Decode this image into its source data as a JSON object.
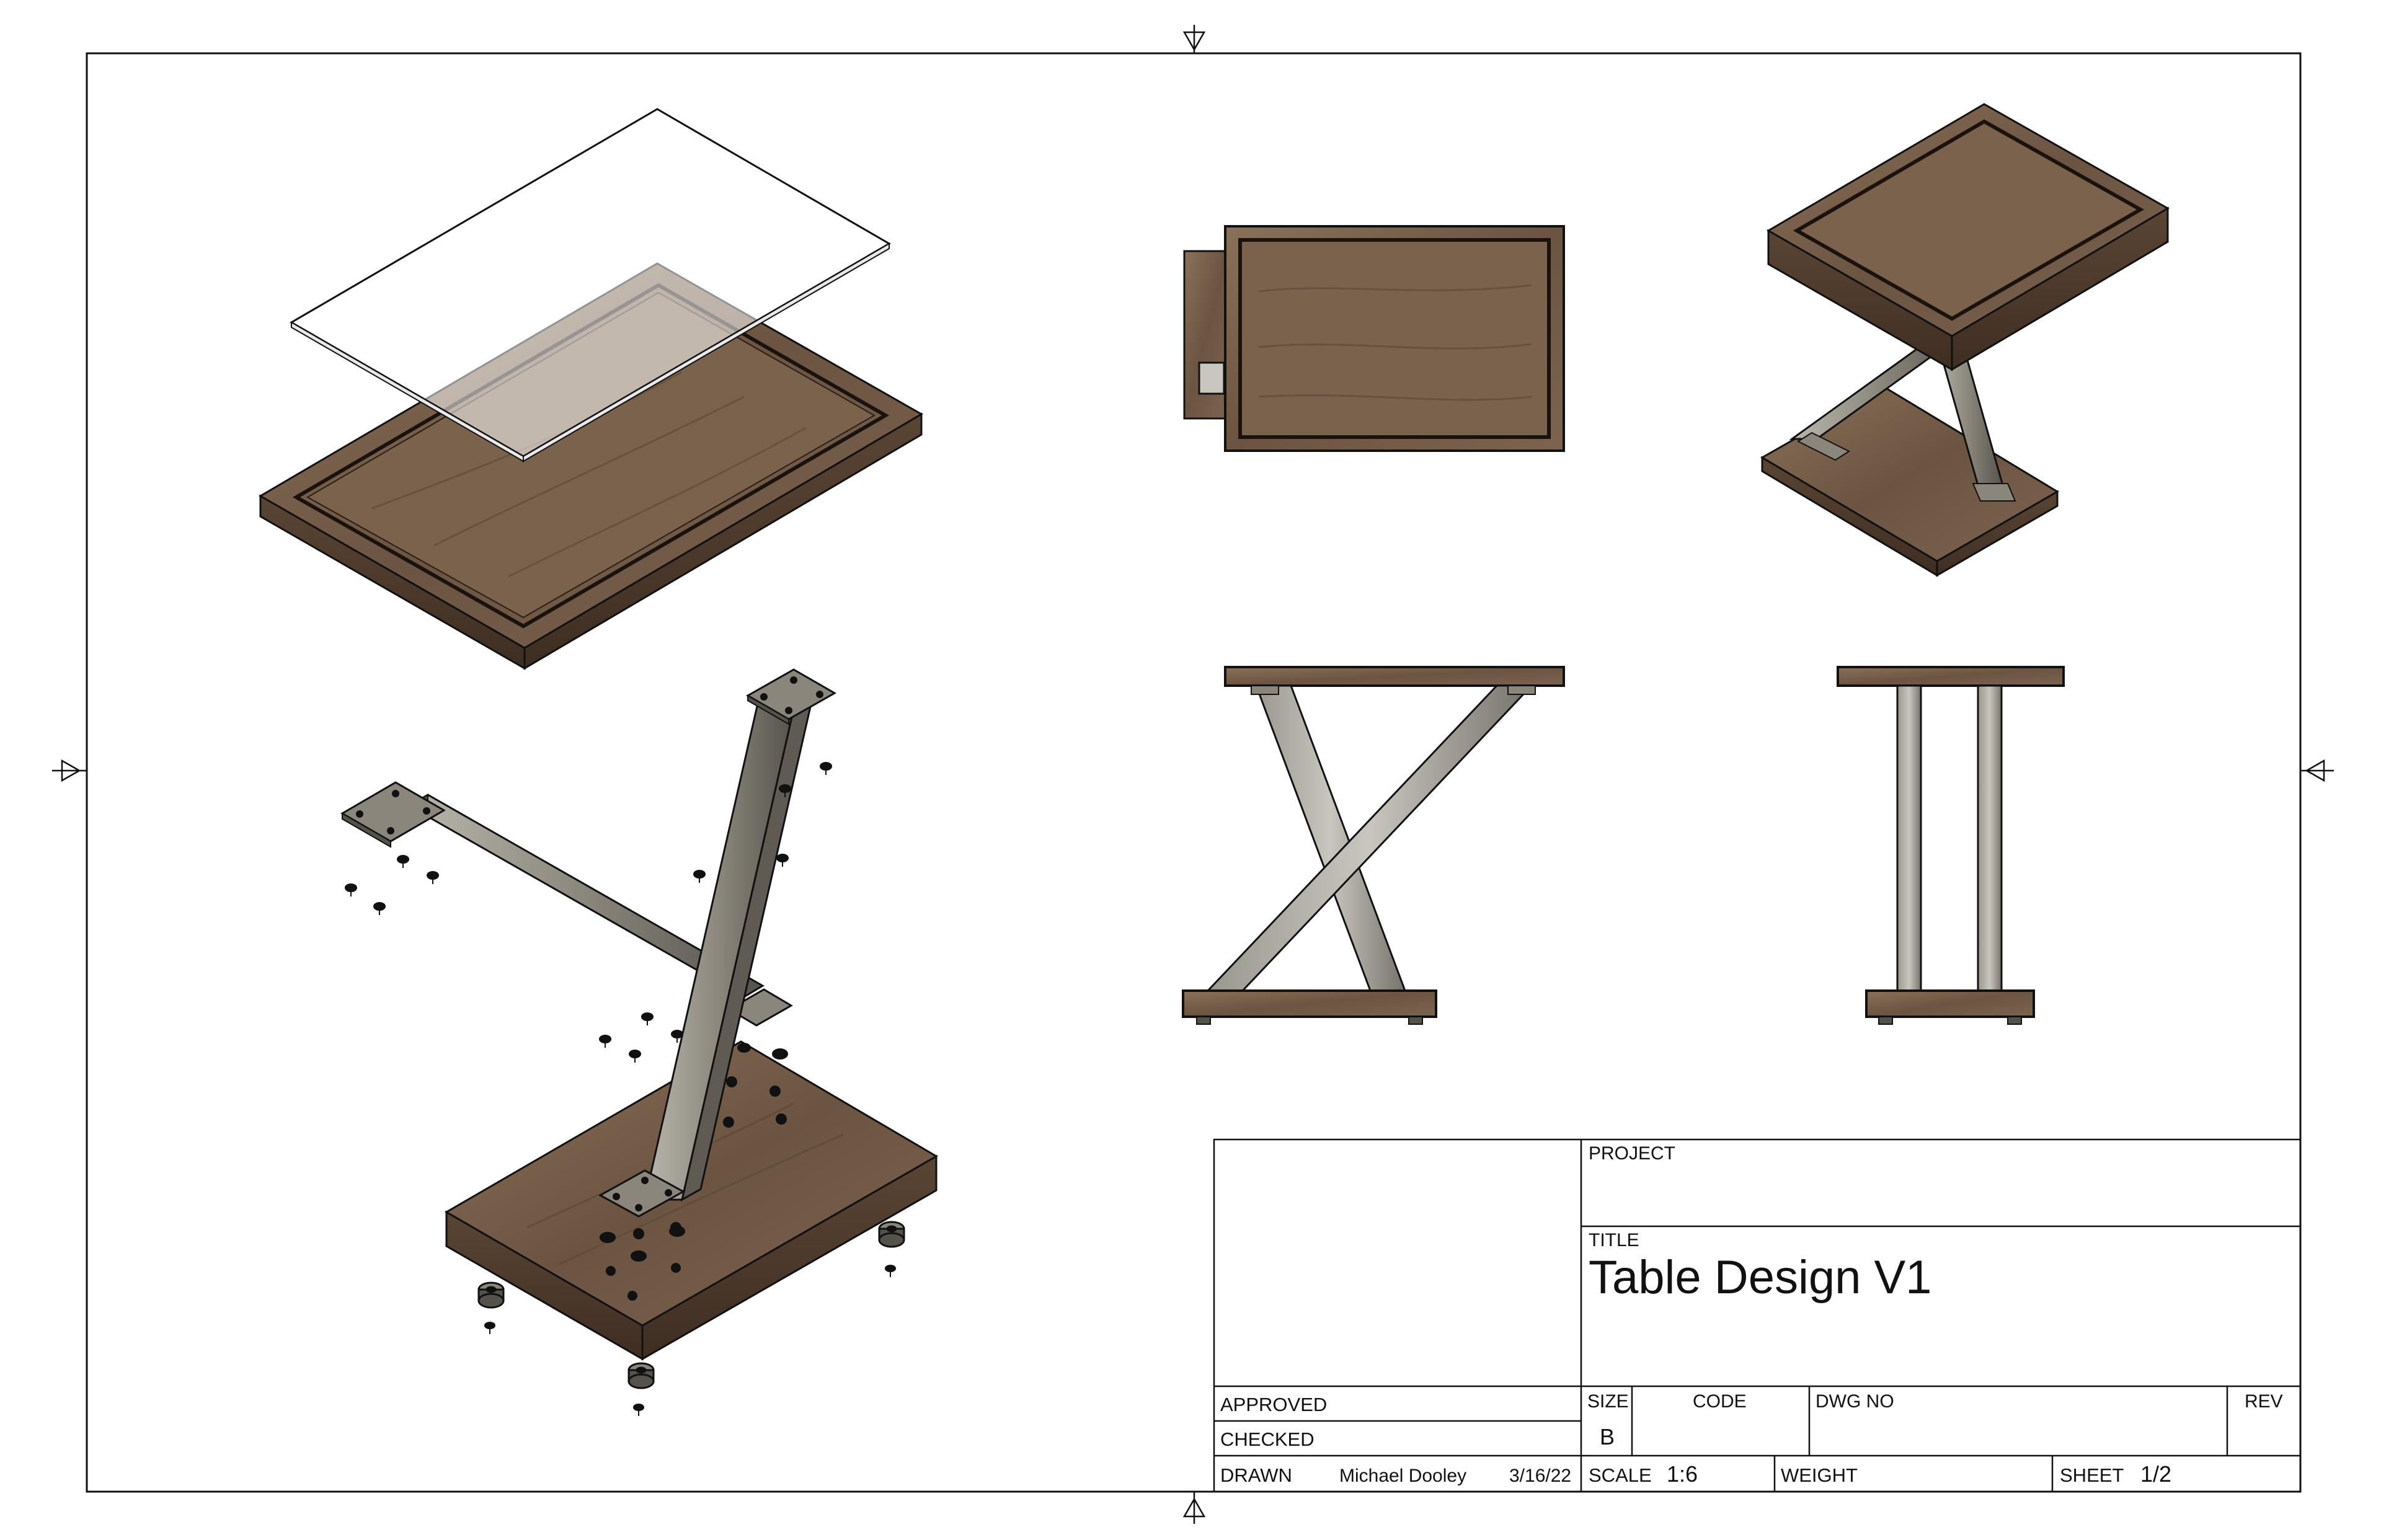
{
  "title_block": {
    "project_label": "PROJECT",
    "project_value": "",
    "title_label": "TITLE",
    "title_value": "Table Design V1",
    "approved_label": "APPROVED",
    "checked_label": "CHECKED",
    "drawn_label": "DRAWN",
    "drawn_by": "Michael Dooley",
    "drawn_date": "3/16/22",
    "size_label": "SIZE",
    "size_value": "B",
    "code_label": "CODE",
    "dwg_no_label": "DWG NO",
    "rev_label": "REV",
    "scale_label": "SCALE",
    "scale_value": "1:6",
    "weight_label": "WEIGHT",
    "sheet_label": "SHEET",
    "sheet_value": "1/2"
  },
  "colors": {
    "wood": "#6b5441",
    "wood_light": "#8a715a",
    "wood_dark": "#3e2e22",
    "steel": "#8a867c",
    "steel_light": "#b9b6ad",
    "steel_dark": "#55524b",
    "line": "#111111"
  },
  "views": [
    "exploded-top-view",
    "exploded-base-view",
    "top-plan-view",
    "isometric-assembled-view",
    "front-elevation-view",
    "side-elevation-view"
  ]
}
